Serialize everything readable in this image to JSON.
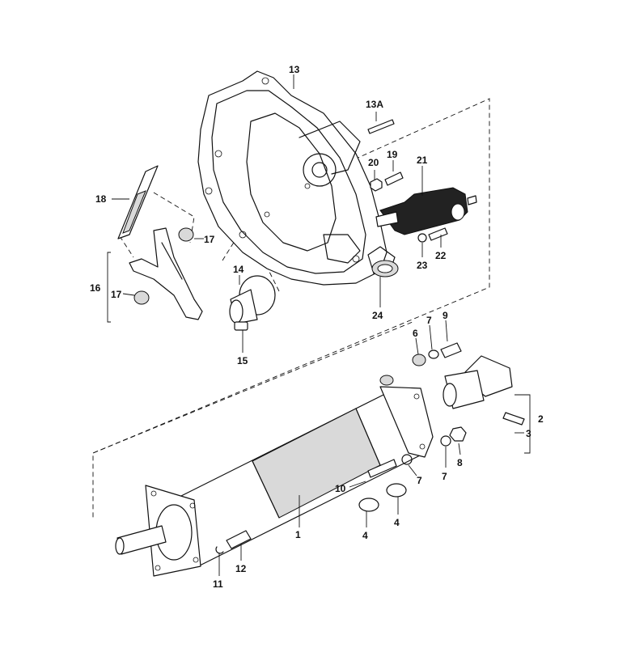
{
  "labels": {
    "p2": "2",
    "p3": "3",
    "p4a": "4",
    "p4b": "4",
    "p6": "6",
    "p7a": "7",
    "p7b": "7",
    "p7c": "7",
    "p8": "8",
    "p9": "9",
    "p10": "10",
    "p11": "11",
    "p12": "12",
    "p13": "13",
    "p13a": "13A",
    "p14": "14",
    "p15": "15",
    "p16": "16",
    "p17a": "17",
    "p17b": "17",
    "p18": "18",
    "p19": "19",
    "p20": "20",
    "p21": "21",
    "p22": "22",
    "p23": "23",
    "p24": "24",
    "p1": "1"
  }
}
